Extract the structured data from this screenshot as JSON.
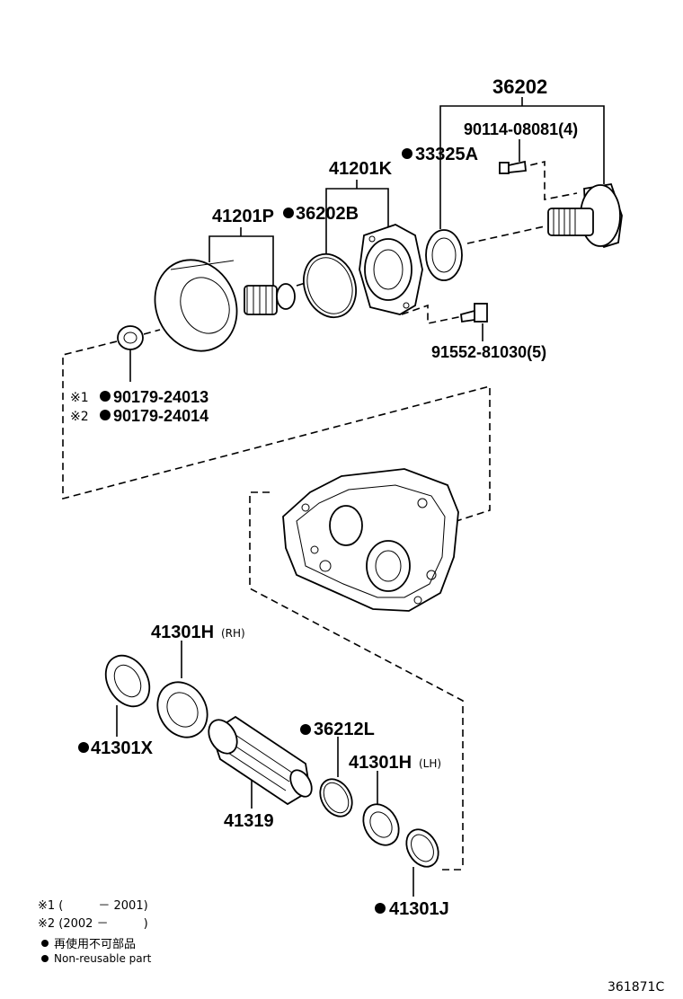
{
  "parts": {
    "p36202": "36202",
    "p90114": "90114-08081(4)",
    "p33325A": "33325A",
    "p41201K": "41201K",
    "p41201P": "41201P",
    "p36202B": "36202B",
    "p91552": "91552-81030(5)",
    "p90179_a": "90179-24013",
    "p90179_b": "90179-24014",
    "p41301H_rh": "41301H",
    "rh": "(RH)",
    "p41301X": "41301X",
    "p36212L": "36212L",
    "p41301H_lh": "41301H",
    "lh": "(LH)",
    "p41319": "41319",
    "p41301J": "41301J"
  },
  "marks": {
    "note1": "※1",
    "note2": "※2"
  },
  "legend": {
    "range1": "※1 (　　　－ 2001)",
    "range2": "※2 (2002 －　　　)",
    "nonreuse_jp": "再使用不可部品",
    "nonreuse_en": "Non-reusable part"
  },
  "figure_code": "361871C"
}
